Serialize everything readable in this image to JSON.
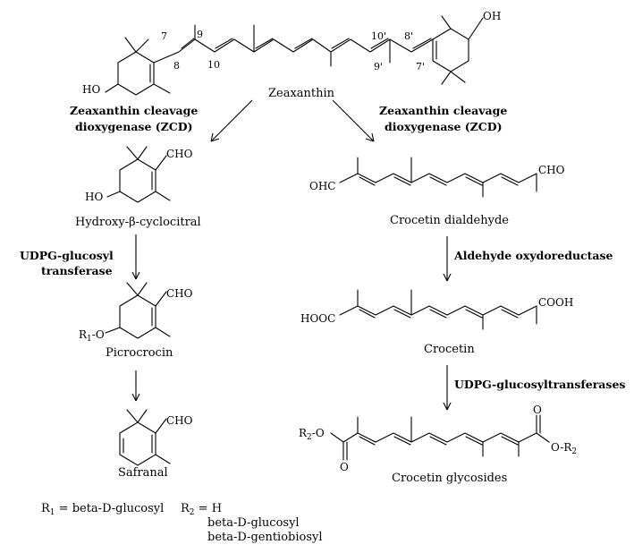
{
  "compounds": {
    "zeaxanthin": "Zeaxanthin",
    "hydroxy_cyclocitral": "Hydroxy-β-cyclocitral",
    "picrocrocin": "Picrocrocin",
    "safranal": "Safranal",
    "crocetin_dialdehyde": "Crocetin dialdehyde",
    "crocetin": "Crocetin",
    "crocetin_glycosides": "Crocetin glycosides"
  },
  "enzymes": {
    "zcd_left_line1": "Zeaxanthin cleavage",
    "zcd_left_line2": "dioxygenase (ZCD)",
    "zcd_right_line1": "Zeaxanthin cleavage",
    "zcd_right_line2": "dioxygenase (ZCD)",
    "udpg_line1": "UDPG-glucosyl",
    "udpg_line2": "transferase",
    "aldehyde_oxidoreductase": "Aldehyde oxydoreductase",
    "udpg_transferases": "UDPG-glucosyltransferases"
  },
  "atoms": {
    "oh_right": "OH",
    "ho_left": "HO",
    "cho": "CHO",
    "ho": "HO",
    "ohc": "OHC",
    "cooh": "COOH",
    "hooc": "HOOC",
    "o": "O",
    "r1_o_r": "R",
    "r1_o_sub": "1",
    "r1_o_tail": "-O",
    "r2_o_r": "R",
    "r2_o_sub": "2",
    "r2_o_tail": "-O",
    "o_r2_head": "O-R",
    "o_r2_sub": "2"
  },
  "numbering": {
    "n7": "7",
    "n8": "8",
    "n9": "9",
    "n10": "10",
    "n10p": "10'",
    "n8p": "8'",
    "n9p": "9'",
    "n7p": "7'"
  },
  "legend": {
    "r1_label": "R",
    "r1_sub": "1",
    "r1_value": " = beta-D-glucosyl",
    "r2_label": "R",
    "r2_sub": "2",
    "r2_value": " = H",
    "r2_option1": "beta-D-glucosyl",
    "r2_option2": "beta-D-gentiobiosyl"
  }
}
